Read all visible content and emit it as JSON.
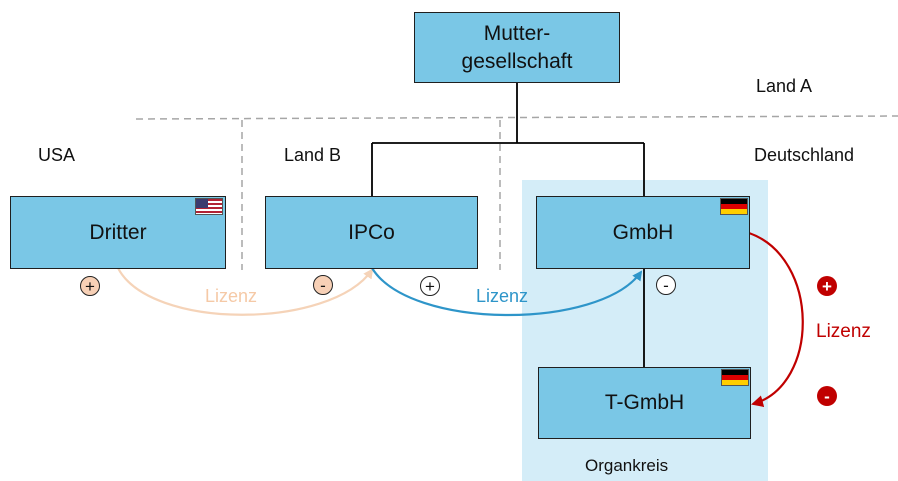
{
  "nodes": {
    "mutter": "Mutter-\ngesellschaft",
    "dritter": "Dritter",
    "ipco": "IPCo",
    "gmbh": "GmbH",
    "tgmbh": "T-GmbH"
  },
  "regions": {
    "land_a": "Land A",
    "usa": "USA",
    "land_b": "Land B",
    "deutschland": "Deutschland",
    "organkreis": "Organkreis"
  },
  "licenses": {
    "dritter_ipco": "Lizenz",
    "ipco_gmbh": "Lizenz",
    "gmbh_tgmbh": "Lizenz"
  },
  "signs": {
    "dritter": "+",
    "ipco_left": "-",
    "ipco_right": "+",
    "gmbh": "-",
    "red_plus": "+",
    "red_minus": "-"
  },
  "colors": {
    "box_fill": "#7ac7e6",
    "organkreis_fill": "#d4edf8",
    "peach": "#f5d3b8",
    "blue_arrow": "#2e95c9",
    "red_arrow": "#c00000",
    "divider": "#a6a6a6"
  },
  "icons": {
    "dritter_flag": "us-flag-icon",
    "gmbh_flag": "german-flag-icon",
    "tgmbh_flag": "german-flag-icon"
  }
}
